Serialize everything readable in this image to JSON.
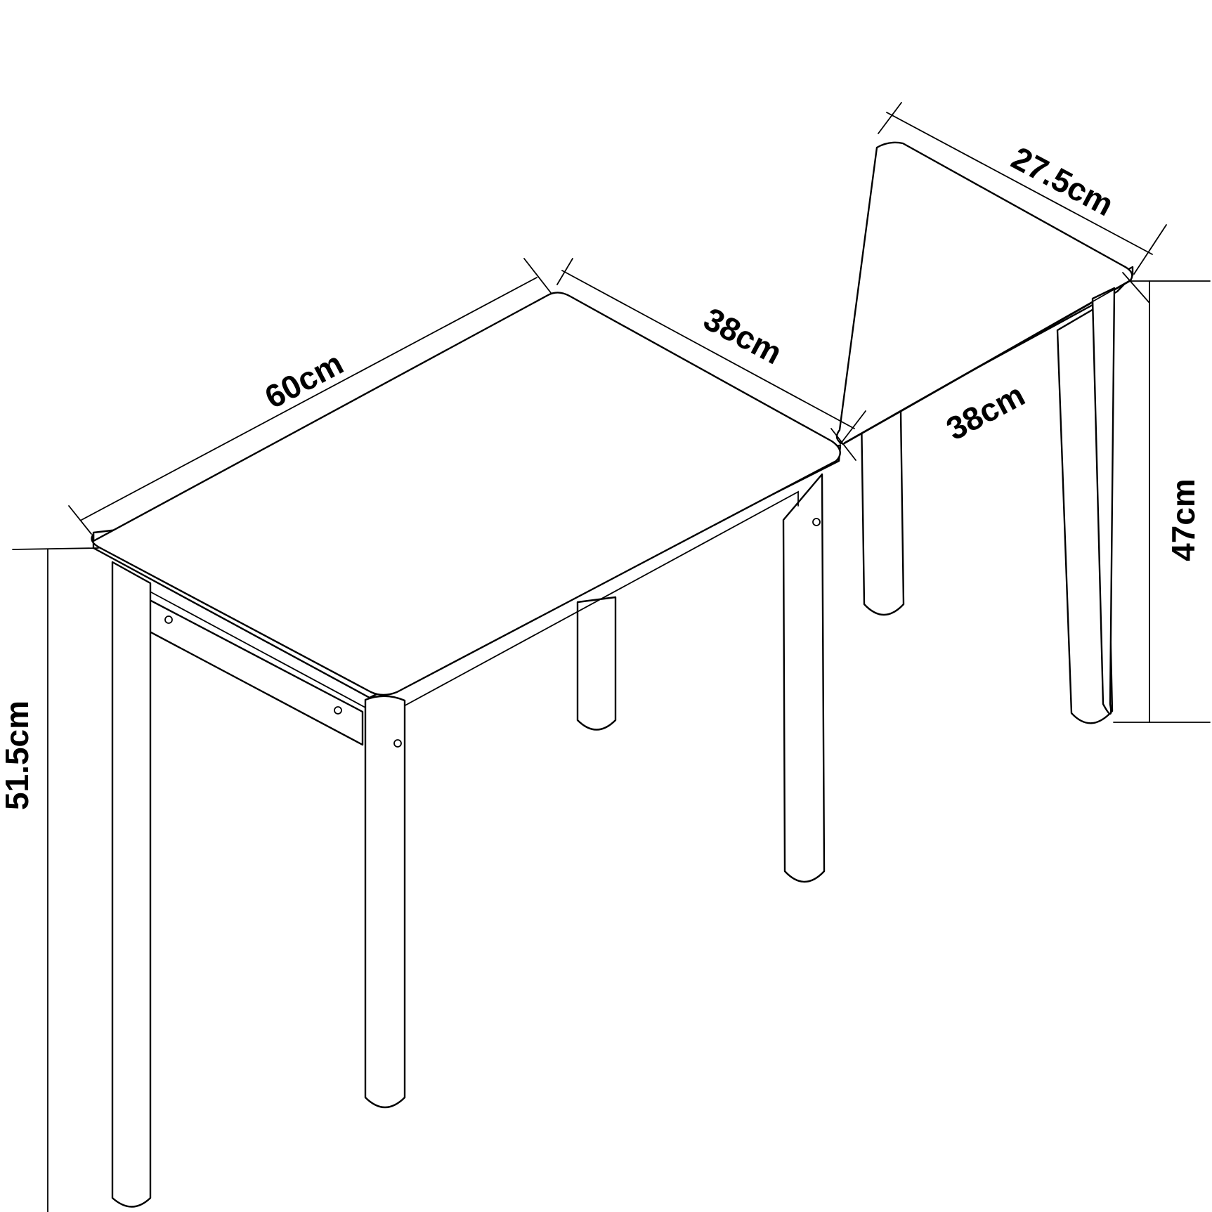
{
  "dimensions": {
    "table_length": "60cm",
    "table_depth": "38cm",
    "bench_length": "38cm",
    "bench_depth": "27.5cm",
    "table_height": "51.5cm",
    "bench_height": "47cm"
  },
  "colors": {
    "line": "#000000",
    "background": "#ffffff"
  }
}
